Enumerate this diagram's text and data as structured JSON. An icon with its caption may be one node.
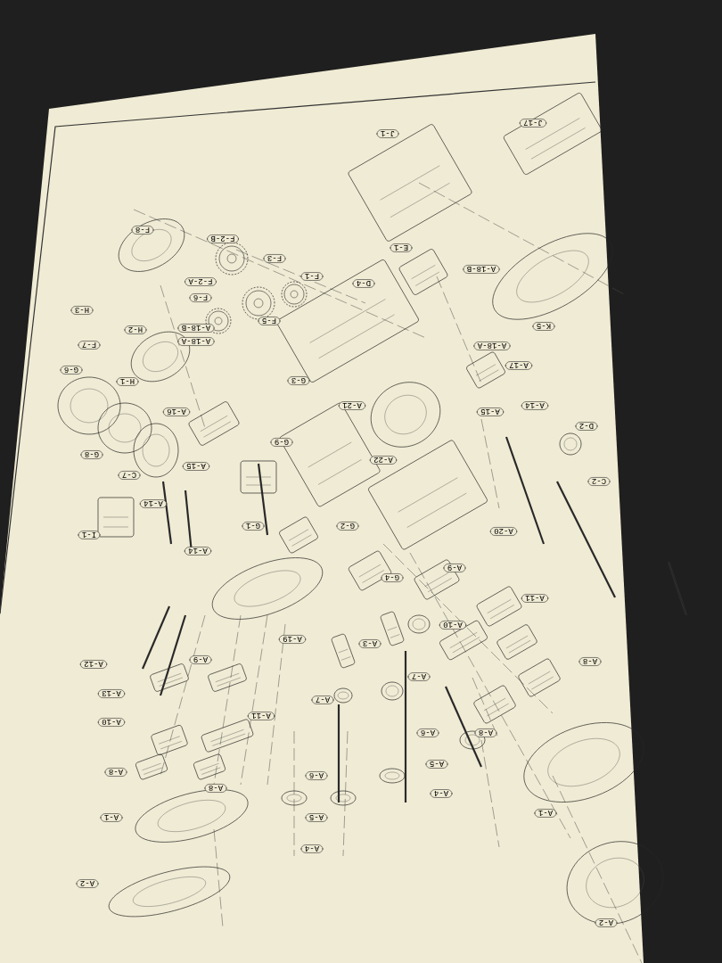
{
  "diagram": {
    "labels": [
      "J-1",
      "J-17",
      "F-8",
      "F-2-B",
      "F-3",
      "E-1",
      "F-2-A",
      "F-1",
      "D-4",
      "A-18-B",
      "F-6",
      "H-3",
      "H-2",
      "A-18-B",
      "F-5",
      "K-5",
      "F-7",
      "A-18-A",
      "A-18-A",
      "G-6",
      "H-1",
      "G-3",
      "A-17",
      "A-16",
      "A-21",
      "A-15",
      "A-14",
      "D-2",
      "G-9",
      "G-8",
      "A-15",
      "A-22",
      "C-7",
      "C-2",
      "A-14",
      "I-1",
      "G-1",
      "G-2",
      "A-20",
      "A-14",
      "G-4",
      "A-9",
      "A-11",
      "A-10",
      "A-19",
      "A-3",
      "A-12",
      "A-9",
      "A-8",
      "A-7",
      "A-13",
      "A-7",
      "A-10",
      "A-11",
      "A-6",
      "A-8",
      "A-8",
      "A-6",
      "A-5",
      "A-8",
      "A-4",
      "A-1",
      "A-5",
      "A-1",
      "A-4",
      "A-2",
      "A-2"
    ]
  }
}
